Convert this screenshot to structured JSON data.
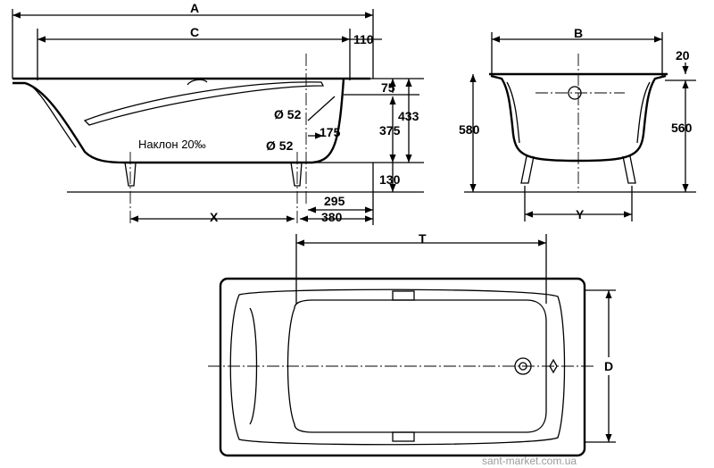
{
  "side_view": {
    "dim_A": "A",
    "dim_C": "C",
    "dim_110": "110",
    "dim_75": "75",
    "dim_433": "433",
    "dim_375": "375",
    "dim_130": "130",
    "dim_overflow": "Ø 52",
    "dim_175": "175",
    "dim_drain": "Ø 52",
    "slope": "Наклон 20‰",
    "dim_295": "295",
    "dim_X": "X",
    "dim_380": "380"
  },
  "end_view": {
    "dim_B": "B",
    "dim_20": "20",
    "dim_580": "580",
    "dim_560": "560",
    "dim_Y": "Y"
  },
  "top_view": {
    "dim_T": "T",
    "dim_D": "D"
  },
  "watermark": "sant-market.com.ua"
}
